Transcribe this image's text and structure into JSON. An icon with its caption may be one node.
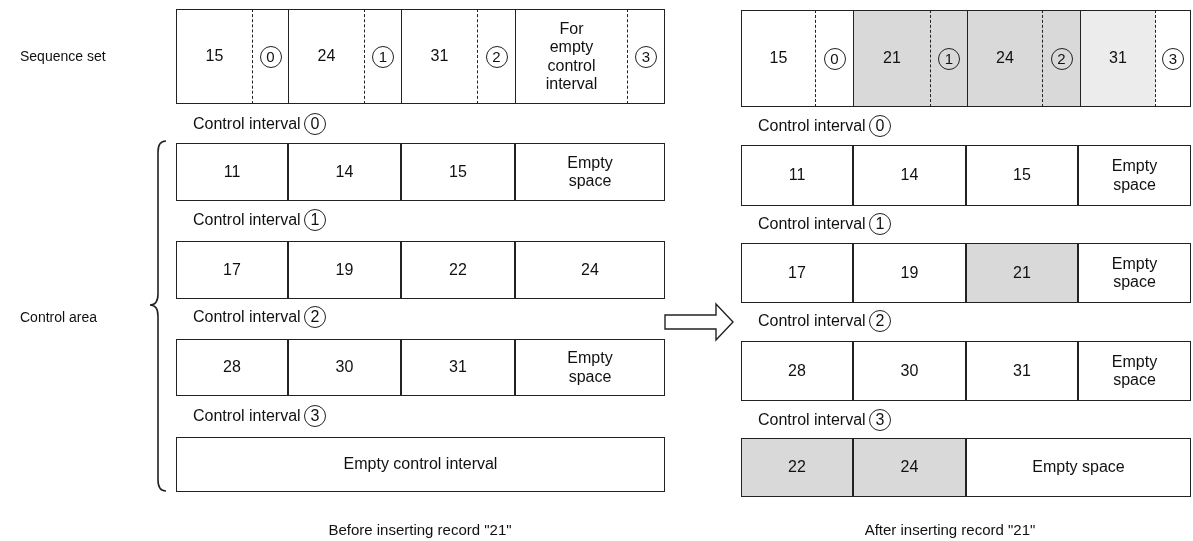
{
  "diagram": {
    "nodes": [
      {
        "text": [
          "15"
        ]
      },
      {
        "text": [
          "0"
        ]
      },
      {
        "text": [
          "24"
        ]
      },
      {
        "text": [
          "1"
        ]
      },
      {
        "text": [
          "31"
        ]
      },
      {
        "text": [
          "2"
        ]
      },
      {
        "text": [
          "For empty control interval"
        ]
      },
      {
        "text": [
          "3"
        ]
      },
      {
        "text": [
          "11"
        ]
      },
      {
        "text": [
          "14"
        ]
      },
      {
        "text": [
          "15"
        ]
      },
      {
        "text": [
          "Empty space"
        ]
      },
      {
        "text": [
          "17"
        ]
      },
      {
        "text": [
          "19"
        ]
      },
      {
        "text": [
          "22"
        ]
      },
      {
        "text": [
          "24"
        ]
      },
      {
        "text": [
          "28"
        ]
      },
      {
        "text": [
          "30"
        ]
      },
      {
        "text": [
          "31"
        ]
      },
      {
        "text": [
          "Empty space"
        ]
      },
      {
        "text": [
          "Empty control interval"
        ]
      },
      {
        "text": [
          "15"
        ]
      },
      {
        "text": [
          "0"
        ]
      },
      {
        "text": [
          "21"
        ]
      },
      {
        "text": [
          "1"
        ]
      },
      {
        "text": [
          "24"
        ]
      },
      {
        "text": [
          "2"
        ]
      },
      {
        "text": [
          "31"
        ]
      },
      {
        "text": [
          "3"
        ]
      },
      {
        "text": [
          "11"
        ]
      },
      {
        "text": [
          "14"
        ]
      },
      {
        "text": [
          "15"
        ]
      },
      {
        "text": [
          "Empty space"
        ]
      },
      {
        "text": [
          "17"
        ]
      },
      {
        "text": [
          "19"
        ]
      },
      {
        "text": [
          "21"
        ]
      },
      {
        "text": [
          "Empty space"
        ]
      },
      {
        "text": [
          "28"
        ]
      },
      {
        "text": [
          "30"
        ]
      },
      {
        "text": [
          "31"
        ]
      },
      {
        "text": [
          "Empty space"
        ]
      },
      {
        "text": [
          "22"
        ]
      },
      {
        "text": [
          "24"
        ]
      },
      {
        "text": [
          "Empty space"
        ]
      }
    ],
    "edges": [
      {
        "from": 19,
        "to": 33,
        "arrow": "to"
      }
    ],
    "labels": [
      "Sequence set",
      "Control interval",
      "0",
      "Control interval",
      "1",
      "Control interval",
      "2",
      "Control interval",
      "3",
      "Control area",
      "Control interval",
      "0",
      "Control interval",
      "1",
      "Control interval",
      "2",
      "Control interval",
      "3",
      "Before inserting record \"21\"",
      "After inserting record \"21\""
    ]
  }
}
